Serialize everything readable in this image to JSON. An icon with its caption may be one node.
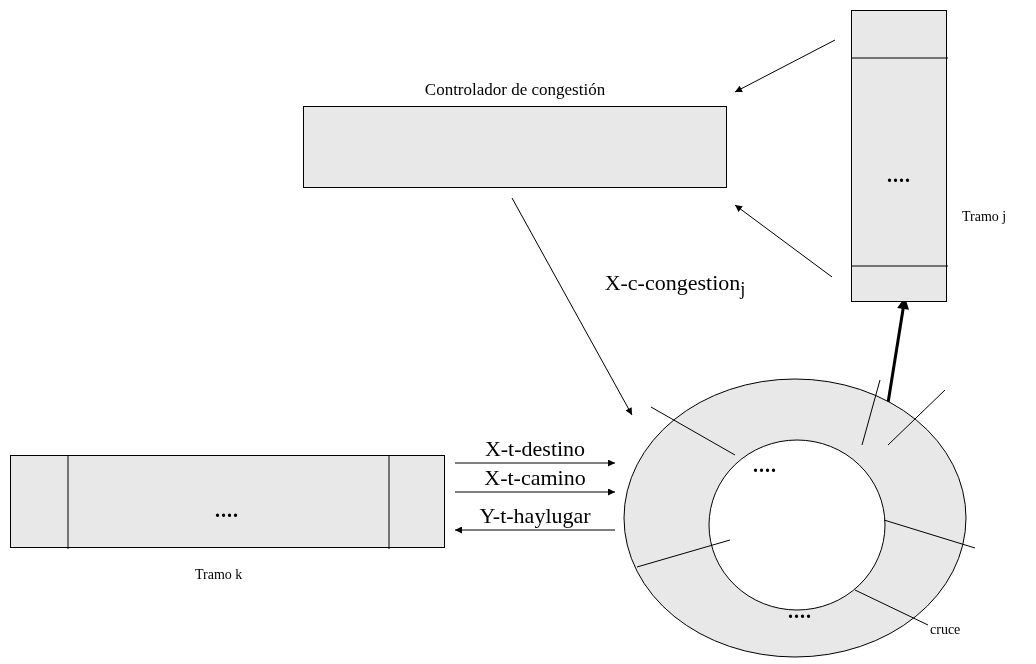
{
  "diagram": {
    "nodes": [
      {
        "text": [
          "Controlador de congestión"
        ]
      },
      {
        "text": [
          "...."
        ],
        "beside": [
          "Tramo j"
        ]
      },
      {
        "text": [
          "....",
          "...."
        ],
        "beside": [
          "cruce"
        ]
      },
      {
        "text": [
          "...."
        ],
        "beside": [
          "Tramo k"
        ]
      }
    ],
    "edges": [
      {
        "from": 1,
        "to": 0,
        "arrow": "to"
      },
      {
        "from": 1,
        "to": 0,
        "arrow": "to"
      },
      {
        "from": 0,
        "to": 2,
        "arrow": "to",
        "label": "X-c-congestion$_{j}$"
      },
      {
        "from": 2,
        "to": 1,
        "arrow": "to",
        "style": "thick"
      },
      {
        "from": 3,
        "to": 2,
        "arrow": "to",
        "label": "X-t-destino"
      },
      {
        "from": 3,
        "to": 2,
        "arrow": "to",
        "label": "X-t-camino"
      },
      {
        "from": 2,
        "to": 3,
        "arrow": "to",
        "label": "Y-t-haylugar"
      }
    ]
  }
}
